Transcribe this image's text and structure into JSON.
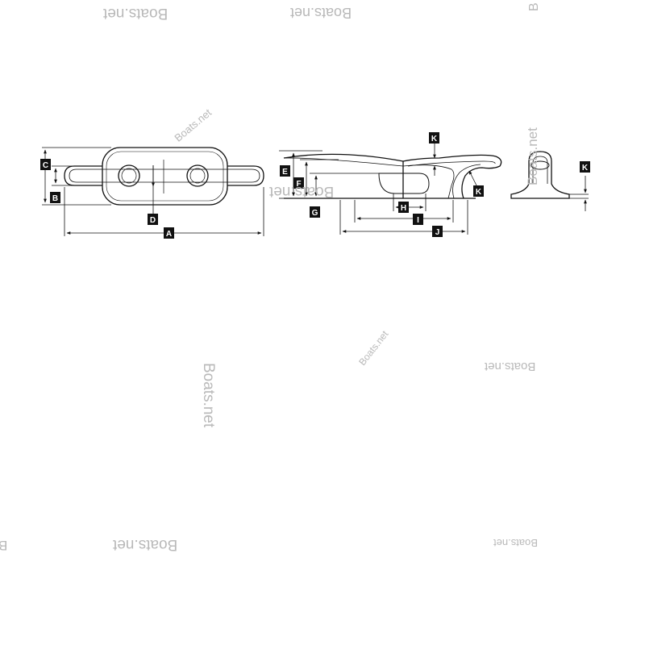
{
  "diagram": {
    "dimension_labels": {
      "A": "A",
      "B": "B",
      "C": "C",
      "D": "D",
      "E": "E",
      "F": "F",
      "G": "G",
      "H": "H",
      "I": "I",
      "J": "J",
      "K1": "K",
      "K2": "K",
      "K3": "K"
    }
  },
  "watermarks": [
    "Boats.net",
    "Boats.net",
    "Boats.net",
    "Boats.net",
    "Boats.net",
    "Boats.net",
    "Boats.net",
    "Boats.net",
    "Boats.net",
    "Boats.net",
    "B",
    "B"
  ],
  "colors": {
    "line": "#111111",
    "watermark": "#b9b9b9",
    "label_bg": "#111111"
  }
}
